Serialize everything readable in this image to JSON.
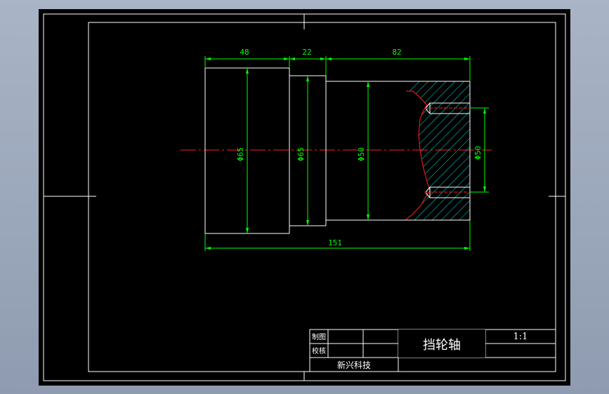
{
  "drawing": {
    "dimensions": {
      "len_1": "48",
      "len_2": "22",
      "len_3": "82",
      "total_length": "151",
      "dia_1": "Φ65",
      "dia_2": "Φ65",
      "dia_3": "Φ50",
      "dia_4": "Φ50"
    }
  },
  "title_block": {
    "drawn_by_label": "制图",
    "checked_by_label": "校核",
    "part_name": "挡轮轴",
    "scale": "1:1",
    "company": "新兴科技"
  },
  "colors": {
    "background": "#000000",
    "outline": "#ffffff",
    "dimension": "#00ff00",
    "centerline": "#ff0000",
    "hatch": "#00ffff",
    "frame_bg": "#9aa6b8"
  }
}
